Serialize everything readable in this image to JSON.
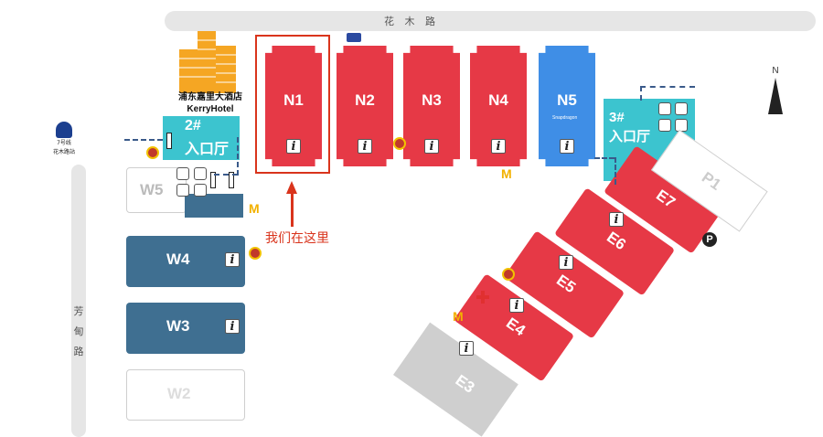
{
  "roads": {
    "top": "花 木 路",
    "left": "芳 甸 路"
  },
  "halls": {
    "N1": "N1",
    "N2": "N2",
    "N3": "N3",
    "N4": "N4",
    "N5": "N5",
    "W2": "W2",
    "W3": "W3",
    "W4": "W4",
    "W5": "W5",
    "E4": "E4",
    "E5": "E5",
    "E6": "E6",
    "E7": "E7",
    "P1": "P1",
    "E3": "E3"
  },
  "info_glyph": "i",
  "hotel": {
    "cn": "浦东嘉里大酒店",
    "en": "KerryHotel"
  },
  "entrances": {
    "e2": {
      "num": "2#",
      "name": "入口厅"
    },
    "e3": {
      "num": "3#",
      "name": "入口厅"
    }
  },
  "metro": {
    "line": "7号线",
    "station": "花木路站"
  },
  "you_are_here": "我们在这里",
  "north_label": "N",
  "parking_label": "P",
  "sponsor_text": "Snapdragon",
  "mcd_glyph": "M",
  "colors": {
    "hall_red": "#e63946",
    "hall_blue": "#3f8ee6",
    "hall_steel": "#3f6f91",
    "entrance_teal": "#3cc4cf",
    "highlight_red": "#d9341c"
  }
}
